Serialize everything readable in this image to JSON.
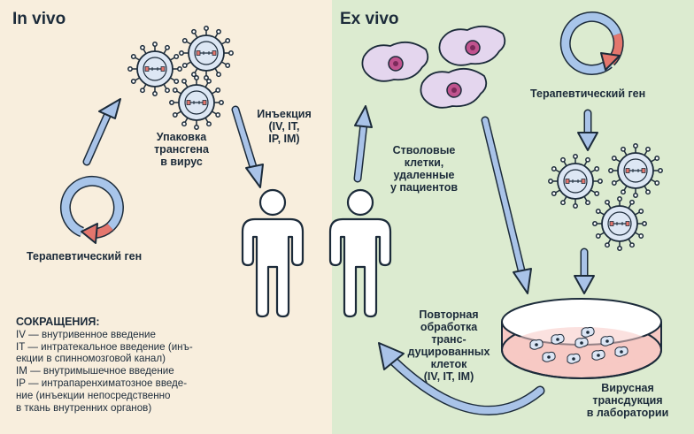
{
  "panels": {
    "in_vivo": {
      "title": "In vivo",
      "background": "#f8eedd"
    },
    "ex_vivo": {
      "title": "Ex vivo",
      "background": "#dcebd0"
    }
  },
  "labels": {
    "therapeutic_gene_left": "Терапевтический ген",
    "packaging": [
      "Упаковка",
      "трансгена",
      "в вирус"
    ],
    "injection": [
      "Инъекция",
      "(IV, IT,",
      "IP, IM)"
    ],
    "stem_cells": [
      "Стволовые",
      "клетки,",
      "удаленные",
      "у пациентов"
    ],
    "therapeutic_gene_right": "Терапевтический ген",
    "reinjection": [
      "Повторная",
      "обработка",
      "транс-",
      "дуцированных",
      "клеток",
      "(IV, IT, IM)"
    ],
    "viral_transduction": [
      "Вирусная",
      "трансдукция",
      "в лаборатории"
    ]
  },
  "abbreviations": {
    "header": "СОКРАЩЕНИЯ:",
    "lines": [
      "IV — внутривенное введение",
      "IT — интратекальное введение (инъ-",
      "екции в спинномозговой канал)",
      "IM — внутримышечное введение",
      "IP — интрапаренхиматозное введе-",
      "ние (инъекции непосредственно",
      "в ткань внутренних органов)"
    ]
  },
  "colors": {
    "arrow_fill": "#a9c3e8",
    "arrow_stroke": "#2e4a70",
    "plasmid_blue": "#a8c5ea",
    "plasmid_red": "#e4766d",
    "virus_fill": "#dde7f4",
    "cell_body": "#e4d6ee",
    "cell_nucleus": "#c0538e",
    "dish_fill": "#f7c9c4",
    "outline": "#1c2b3a"
  },
  "icons": [
    "plasmid-icon",
    "virus-icon",
    "person-icon",
    "stem-cell-icon",
    "petri-dish-icon"
  ]
}
